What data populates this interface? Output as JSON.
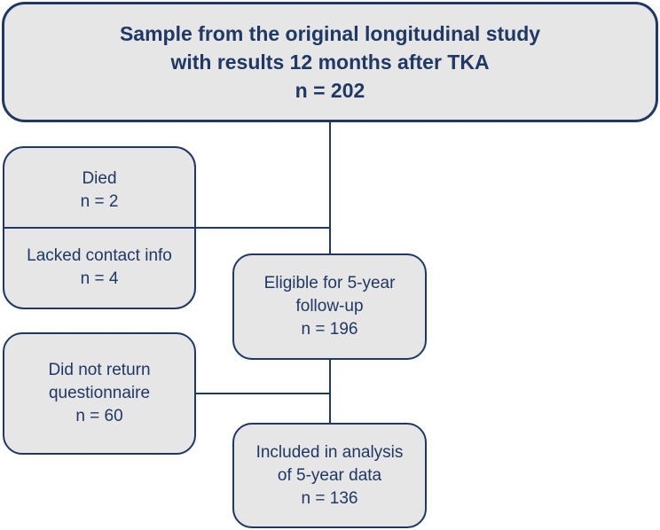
{
  "top": {
    "line1": "Sample from the original longitudinal study",
    "line2": "with results 12 months after TKA",
    "line3": "n = 202"
  },
  "died": {
    "label": "Died",
    "count": "n = 2"
  },
  "lacked": {
    "label": "Lacked contact info",
    "count": "n = 4"
  },
  "eligible": {
    "line1": "Eligible for 5-year",
    "line2": "follow-up",
    "count": "n = 196"
  },
  "dnr": {
    "line1": "Did not return",
    "line2": "questionnaire",
    "count": "n = 60"
  },
  "included": {
    "line1": "Included in analysis",
    "line2": "of 5-year data",
    "count": "n = 136"
  },
  "colors": {
    "stroke": "#1f3864",
    "fill": "#e6e6e6",
    "text": "#1f3864"
  }
}
